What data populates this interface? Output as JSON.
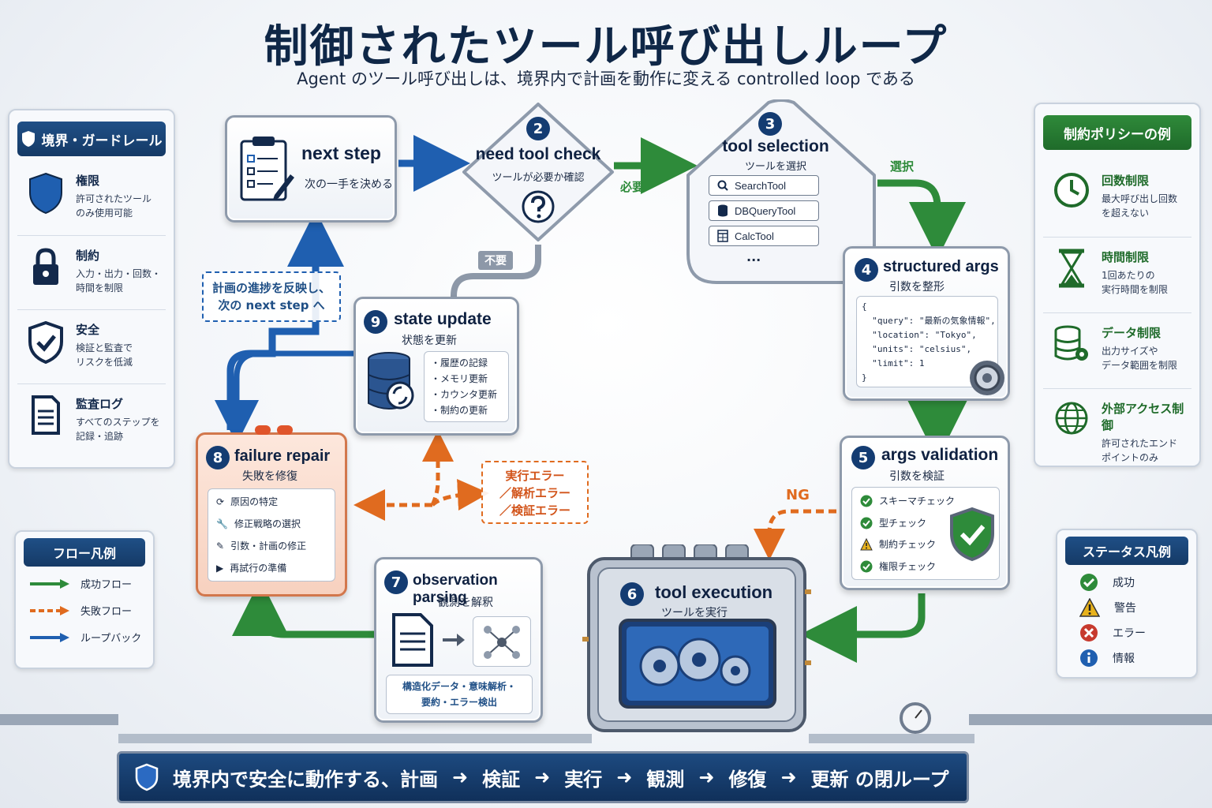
{
  "header": {
    "title": "制御されたツール呼び出しループ",
    "subtitle": "Agent のツール呼び出しは、境界内で計画を動作に変える controlled loop である"
  },
  "left_panel": {
    "title": "境界・ガードレール",
    "items": [
      {
        "title": "権限",
        "desc": "許可されたツール\nのみ使用可能",
        "icon": "shield-icon"
      },
      {
        "title": "制約",
        "desc": "入力・出力・回数・\n時間を制限",
        "icon": "lock-icon"
      },
      {
        "title": "安全",
        "desc": "検証と監査で\nリスクを低減",
        "icon": "shield-check-icon"
      },
      {
        "title": "監査ログ",
        "desc": "すべてのステップを\n記録・追跡",
        "icon": "document-icon"
      }
    ]
  },
  "right_panel": {
    "title": "制約ポリシーの例",
    "items": [
      {
        "title": "回数制限",
        "desc": "最大呼び出し回数\nを超えない",
        "icon": "clock-icon"
      },
      {
        "title": "時間制限",
        "desc": "1回あたりの\n実行時間を制限",
        "icon": "hourglass-icon"
      },
      {
        "title": "データ制限",
        "desc": "出力サイズや\nデータ範囲を制限",
        "icon": "database-gear-icon"
      },
      {
        "title": "外部アクセス制御",
        "desc": "許可されたエンド\nポイントのみ",
        "icon": "globe-icon"
      }
    ]
  },
  "flow_legend": {
    "title": "フロー凡例",
    "items": [
      {
        "label": "成功フロー",
        "color": "#2e8b3a"
      },
      {
        "label": "失敗フロー",
        "color": "#e06b1f"
      },
      {
        "label": "ループバック",
        "color": "#1f5fb0"
      }
    ]
  },
  "status_legend": {
    "title": "ステータス凡例",
    "items": [
      {
        "label": "成功",
        "icon": "check-circle-icon",
        "color": "#2e8b3a"
      },
      {
        "label": "警告",
        "icon": "warning-icon",
        "color": "#e8b21c"
      },
      {
        "label": "エラー",
        "icon": "error-circle-icon",
        "color": "#c73a2e"
      },
      {
        "label": "情報",
        "icon": "info-circle-icon",
        "color": "#1f5fb0"
      }
    ]
  },
  "stages": {
    "next_step": {
      "en": "next step",
      "jp": "次の一手を決める"
    },
    "need_tool": {
      "num": "2",
      "en": "need tool check",
      "jp": "ツールが必要か確認"
    },
    "tool_selection": {
      "num": "3",
      "en": "tool selection",
      "jp": "ツールを選択",
      "tools": [
        "SearchTool",
        "DBQueryTool",
        "CalcTool"
      ],
      "more": "..."
    },
    "structured_args": {
      "num": "4",
      "en": "structured args",
      "jp": "引数を整形",
      "code": "{\n  \"query\": \"最新の気象情報\",\n  \"location\": \"Tokyo\",\n  \"units\": \"celsius\",\n  \"limit\": 1\n}"
    },
    "args_validation": {
      "num": "5",
      "en": "args validation",
      "jp": "引数を検証",
      "checks": [
        {
          "label": "スキーマチェック",
          "status": "success"
        },
        {
          "label": "型チェック",
          "status": "success"
        },
        {
          "label": "制約チェック",
          "status": "warning"
        },
        {
          "label": "権限チェック",
          "status": "success"
        }
      ]
    },
    "tool_execution": {
      "num": "6",
      "en": "tool execution",
      "jp": "ツールを実行"
    },
    "observation_parsing": {
      "num": "7",
      "en": "observation parsing",
      "jp": "観測を解釈",
      "desc": "構造化データ・意味解析・\n要約・エラー検出"
    },
    "failure_repair": {
      "num": "8",
      "en": "failure repair",
      "jp": "失敗を修復",
      "items": [
        "原因の特定",
        "修正戦略の選択",
        "引数・計画の修正",
        "再試行の準備"
      ]
    },
    "state_update": {
      "num": "9",
      "en": "state update",
      "jp": "状態を更新",
      "items": [
        "・履歴の記録",
        "・メモリ更新",
        "・カウンタ更新",
        "・制約の更新"
      ]
    }
  },
  "flow_labels": {
    "required": "必要",
    "selected": "選択",
    "not_required": "不要",
    "ng": "NG",
    "loop_note": "計画の進捗を反映し、\n次の next step へ",
    "error_note": "実行エラー\n／解析エラー\n／検証エラー"
  },
  "footer": {
    "parts": [
      "境界内で安全に動作する、計画",
      "検証",
      "実行",
      "観測",
      "修復",
      "更新 の閉ループ"
    ],
    "arrow": "➜"
  }
}
